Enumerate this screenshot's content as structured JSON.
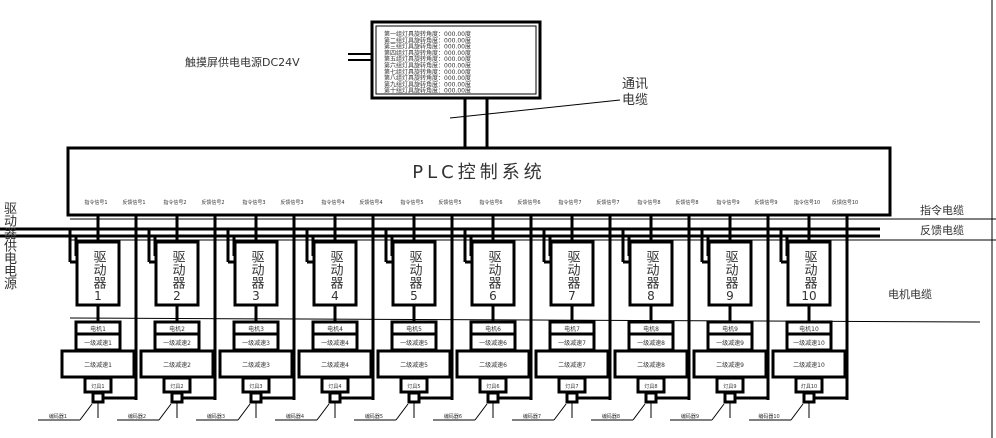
{
  "display": {
    "rows": [
      "第一组灯具旋转角度：000.00度",
      "第二组灯具旋转角度：000.00度",
      "第三组灯具旋转角度：000.00度",
      "第四组灯具旋转角度：000.00度",
      "第五组灯具旋转角度：000.00度",
      "第六组灯具旋转角度：000.00度",
      "第七组灯具旋转角度：000.00度",
      "第八组灯具旋转角度：000.00度",
      "第九组灯具旋转角度：000.00度",
      "第十组灯具旋转角度：000.00度"
    ],
    "power_label": "触摸屏供电电源DC24V",
    "comm_label_1": "通讯",
    "comm_label_2": "电缆"
  },
  "plc": {
    "title": "PLC控制系统"
  },
  "driver_power": [
    "驱",
    "动",
    "器",
    "供",
    "电",
    "电",
    "源"
  ],
  "cables": {
    "command": "指令电缆",
    "feedback": "反馈电缆",
    "motor": "电机电缆"
  },
  "units": [
    {
      "n": "1",
      "cmd": "指令信号1",
      "fb": "反馈信号1",
      "driver": "驱动器",
      "motor": "电机1",
      "s1": "一级减速1",
      "s2": "二级减速1",
      "load": "灯具1",
      "enc": "编码器1"
    },
    {
      "n": "2",
      "cmd": "指令信号2",
      "fb": "反馈信号2",
      "driver": "驱动器",
      "motor": "电机2",
      "s1": "一级减速2",
      "s2": "二级减速2",
      "load": "灯具2",
      "enc": "编码器2"
    },
    {
      "n": "3",
      "cmd": "指令信号3",
      "fb": "反馈信号3",
      "driver": "驱动器",
      "motor": "电机3",
      "s1": "一级减速3",
      "s2": "二级减速3",
      "load": "灯具3",
      "enc": "编码器3"
    },
    {
      "n": "4",
      "cmd": "指令信号4",
      "fb": "反馈信号4",
      "driver": "驱动器",
      "motor": "电机4",
      "s1": "一级减速4",
      "s2": "二级减速4",
      "load": "灯具4",
      "enc": "编码器4"
    },
    {
      "n": "5",
      "cmd": "指令信号5",
      "fb": "反馈信号5",
      "driver": "驱动器",
      "motor": "电机5",
      "s1": "一级减速5",
      "s2": "二级减速5",
      "load": "灯具5",
      "enc": "编码器5"
    },
    {
      "n": "6",
      "cmd": "指令信号6",
      "fb": "反馈信号6",
      "driver": "驱动器",
      "motor": "电机6",
      "s1": "一级减速6",
      "s2": "二级减速6",
      "load": "灯具6",
      "enc": "编码器6"
    },
    {
      "n": "7",
      "cmd": "指令信号7",
      "fb": "反馈信号7",
      "driver": "驱动器",
      "motor": "电机7",
      "s1": "一级减速7",
      "s2": "二级减速7",
      "load": "灯具7",
      "enc": "编码器7"
    },
    {
      "n": "8",
      "cmd": "指令信号8",
      "fb": "反馈信号8",
      "driver": "驱动器",
      "motor": "电机8",
      "s1": "一级减速8",
      "s2": "二级减速8",
      "load": "灯具8",
      "enc": "编码器8"
    },
    {
      "n": "9",
      "cmd": "指令信号9",
      "fb": "反馈信号9",
      "driver": "驱动器",
      "motor": "电机9",
      "s1": "一级减速9",
      "s2": "二级减速9",
      "load": "灯具9",
      "enc": "编码器9"
    },
    {
      "n": "10",
      "cmd": "指令信号10",
      "fb": "反馈信号10",
      "driver": "驱动器",
      "motor": "电机10",
      "s1": "一级减速10",
      "s2": "二级减速10",
      "load": "灯具10",
      "enc": "编码器10"
    }
  ]
}
